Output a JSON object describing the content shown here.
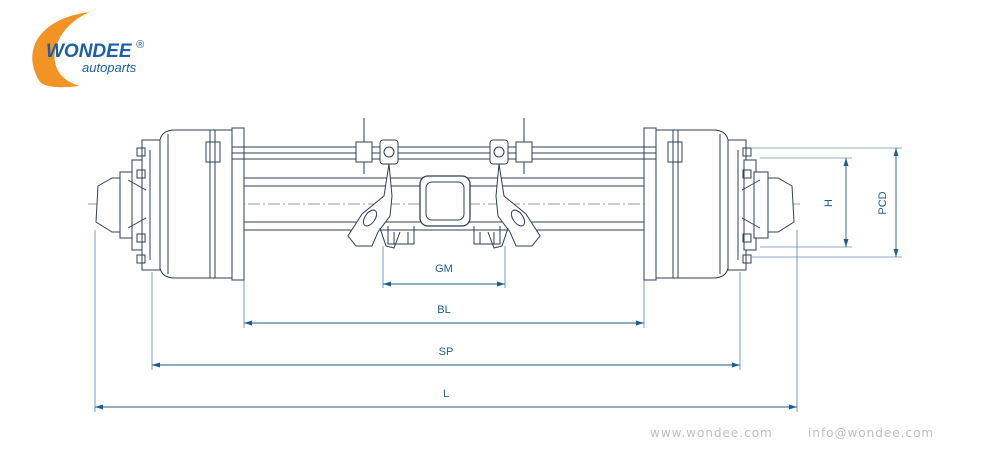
{
  "logo": {
    "brand": "WONDEE",
    "registered": "®",
    "sub": "autoparts"
  },
  "dimensions": {
    "gm": "GM",
    "bl": "BL",
    "sp": "SP",
    "l": "L",
    "h": "H",
    "pcd": "PCD"
  },
  "footer": {
    "website": "www.wondee.com",
    "email": "info@wondee.com"
  },
  "colors": {
    "line": "#2f3f55",
    "dimension": "#1f5d8c",
    "logo_blue": "#1d5fa8",
    "logo_orange": "#f29423"
  }
}
